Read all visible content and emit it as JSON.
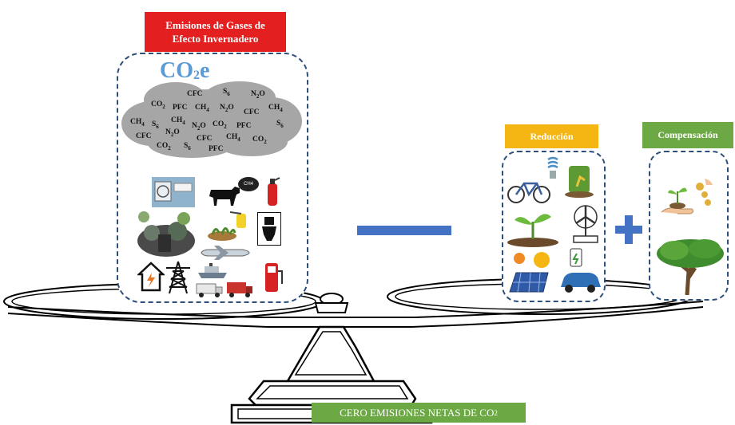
{
  "emissions_label": {
    "line1": "Emisiones de Gases de",
    "line2": "Efecto Invernadero"
  },
  "co2e": {
    "main": "CO",
    "sub": "2",
    "suffix": "e"
  },
  "gases": [
    {
      "name": "CFC",
      "sub": ""
    },
    {
      "name": "S",
      "sub": "6"
    },
    {
      "name": "N",
      "sub": "2",
      "tail": "O"
    },
    {
      "name": "CO",
      "sub": "2"
    },
    {
      "name": "PFC",
      "sub": ""
    },
    {
      "name": "CH",
      "sub": "4"
    },
    {
      "name": "N",
      "sub": "2",
      "tail": "O"
    },
    {
      "name": "CFC",
      "sub": ""
    },
    {
      "name": "CH",
      "sub": "4"
    },
    {
      "name": "CH",
      "sub": "4"
    },
    {
      "name": "S",
      "sub": "6"
    },
    {
      "name": "CH",
      "sub": "4"
    },
    {
      "name": "N",
      "sub": "2",
      "tail": "O"
    },
    {
      "name": "CO",
      "sub": "2"
    },
    {
      "name": "PFC",
      "sub": ""
    },
    {
      "name": "S",
      "sub": "6"
    },
    {
      "name": "N",
      "sub": "2",
      "tail": "O"
    },
    {
      "name": "CFC",
      "sub": ""
    },
    {
      "name": "CFC",
      "sub": ""
    },
    {
      "name": "CH",
      "sub": "4"
    },
    {
      "name": "CO",
      "sub": "2"
    },
    {
      "name": "CO",
      "sub": "2"
    },
    {
      "name": "S",
      "sub": "6"
    },
    {
      "name": "PFC",
      "sub": ""
    }
  ],
  "reduction_label": "Reducción",
  "compensation_label": "Compensación",
  "bottom_label": {
    "text": "CERO EMISIONES NETAS DE CO",
    "sub": "2"
  },
  "cow_tag": "CH4",
  "icons": {
    "emission_sources": [
      "air-conditioner-icon",
      "cow-icon",
      "fire-extinguisher-icon",
      "landfill-icon",
      "crop-spraying-icon",
      "toilet-icon",
      "airplane-icon",
      "house-power-icon",
      "power-tower-icon",
      "ship-icon",
      "trucks-icon",
      "fuel-pump-icon"
    ],
    "reduction": [
      "bicycle-icon",
      "light-bulb-icon",
      "fertilizer-bag-icon",
      "sprout-icon",
      "wind-turbine-icon",
      "solar-panel-icon",
      "electric-car-icon"
    ],
    "compensation": [
      "money-plant-icon",
      "tree-icon"
    ]
  },
  "colors": {
    "emissions": "#e31f1f",
    "reduction": "#f5b614",
    "compensation": "#6ca843",
    "operator": "#4472c4",
    "dash": "#2d4f7c"
  }
}
